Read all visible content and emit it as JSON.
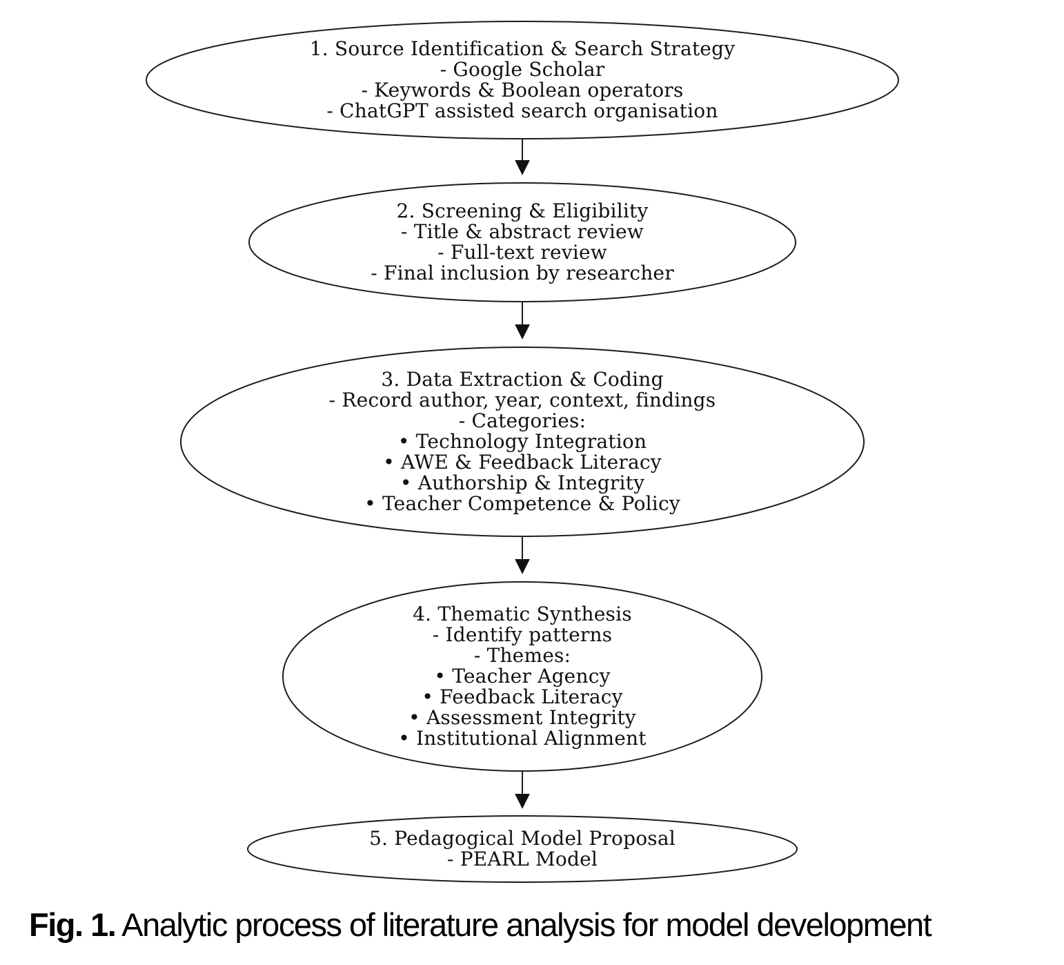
{
  "diagram": {
    "type": "flowchart",
    "orientation": "top-down",
    "stroke_color": "#1c1c1c",
    "node_fill": "#ffffff",
    "nodes": [
      {
        "id": "1",
        "shape": "ellipse",
        "lines": [
          "1. Source Identification & Search Strategy",
          "- Google Scholar",
          "- Keywords & Boolean operators",
          "- ChatGPT assisted search organisation"
        ]
      },
      {
        "id": "2",
        "shape": "ellipse",
        "lines": [
          "2. Screening & Eligibility",
          "- Title & abstract review",
          "- Full-text review",
          "- Final inclusion by researcher"
        ]
      },
      {
        "id": "3",
        "shape": "ellipse",
        "lines": [
          "3. Data Extraction & Coding",
          "- Record author, year, context, findings",
          "- Categories:",
          "• Technology Integration",
          "• AWE & Feedback Literacy",
          "• Authorship & Integrity",
          "• Teacher Competence & Policy"
        ]
      },
      {
        "id": "4",
        "shape": "ellipse",
        "lines": [
          "4. Thematic Synthesis",
          "- Identify patterns",
          "- Themes:",
          "• Teacher Agency",
          "• Feedback Literacy",
          "• Assessment Integrity",
          "• Institutional Alignment"
        ]
      },
      {
        "id": "5",
        "shape": "ellipse",
        "lines": [
          "5. Pedagogical Model Proposal",
          "- PEARL Model"
        ]
      }
    ],
    "edges": [
      {
        "from": "1",
        "to": "2",
        "style": "arrow"
      },
      {
        "from": "2",
        "to": "3",
        "style": "arrow"
      },
      {
        "from": "3",
        "to": "4",
        "style": "arrow"
      },
      {
        "from": "4",
        "to": "5",
        "style": "arrow"
      }
    ]
  },
  "caption": {
    "label": "Fig. 1.",
    "text": "Analytic process of literature analysis for model development"
  }
}
